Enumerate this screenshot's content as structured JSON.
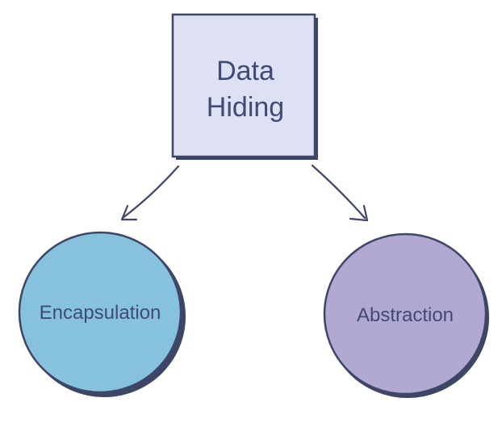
{
  "nodes": {
    "root": {
      "label_lines": [
        "Data",
        "Hiding"
      ],
      "shape": "square",
      "fill": "#dde1f3"
    },
    "left": {
      "label": "Encapsulation",
      "shape": "circle",
      "fill": "#86c1dd"
    },
    "right": {
      "label": "Abstraction",
      "shape": "circle",
      "fill": "#b1a9d2"
    }
  },
  "colors": {
    "stroke": "#3d4666",
    "text": "#3f4a76"
  }
}
